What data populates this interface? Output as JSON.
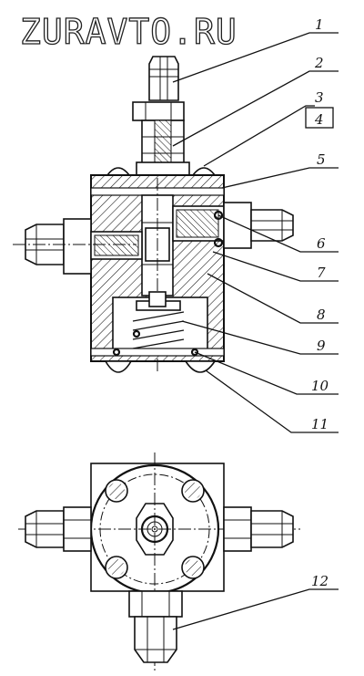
{
  "watermark": "ZURAVTO.RU",
  "callouts": [
    {
      "id": "1",
      "label": "1"
    },
    {
      "id": "2",
      "label": "2"
    },
    {
      "id": "3",
      "label": "3"
    },
    {
      "id": "4",
      "label": "4"
    },
    {
      "id": "5",
      "label": "5"
    },
    {
      "id": "6",
      "label": "6"
    },
    {
      "id": "7",
      "label": "7"
    },
    {
      "id": "8",
      "label": "8"
    },
    {
      "id": "9",
      "label": "9"
    },
    {
      "id": "10",
      "label": "10"
    },
    {
      "id": "11",
      "label": "11"
    },
    {
      "id": "12",
      "label": "12"
    }
  ]
}
